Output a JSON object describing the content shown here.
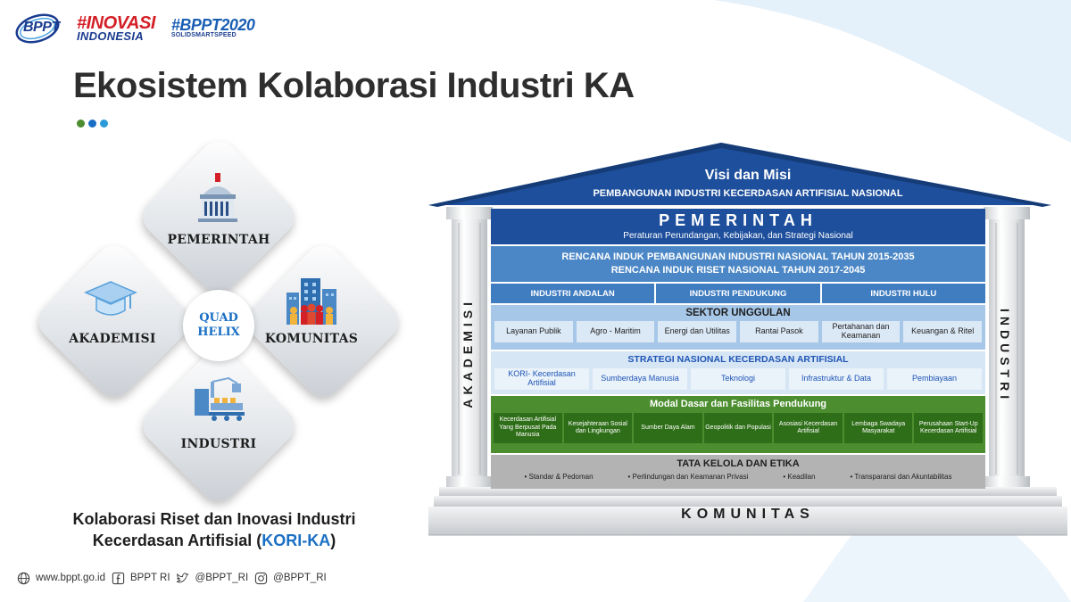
{
  "colors": {
    "accent": "#1a6fc4",
    "dark_blue": "#1e4f9c",
    "green": "#4c8e2f"
  },
  "logos": {
    "bppt": "BPPT",
    "inovasi_line1": "#INOVASI",
    "inovasi_line2": "INDONESIA",
    "bppt2020_line1": "#BPPT2020",
    "bppt2020_line2": "SOLIDSMARTSPEED"
  },
  "title": "Ekosistem Kolaborasi Industri KA",
  "quad_helix": {
    "center_line1": "QUAD",
    "center_line2": "HELIX",
    "top": "PEMERINTAH",
    "left": "AKADEMISI",
    "right": "KOMUNITAS",
    "bottom": "INDUSTRI",
    "icons": [
      "government-building-icon",
      "graduation-cap-icon",
      "city-people-icon",
      "factory-icon"
    ]
  },
  "caption": {
    "line1": "Kolaborasi Riset dan Inovasi Industri",
    "line2_prefix": "Kecerdasan Artifisial (",
    "line2_highlight": "KORI-KA",
    "line2_suffix": ")"
  },
  "footer": {
    "website": "www.bppt.go.id",
    "facebook": "BPPT RI",
    "twitter": "@BPPT_RI",
    "instagram": "@BPPT_RI"
  },
  "house": {
    "roof_title": "Visi dan Misi",
    "roof_subtitle": "PEMBANGUNAN INDUSTRI KECERDASAN ARTIFISIAL NASIONAL",
    "left_pillar": "AKADEMISI",
    "right_pillar": "INDUSTRI",
    "pemerintah_title": "PEMERINTAH",
    "pemerintah_sub": "Peraturan Perundangan, Kebijakan, dan Strategi Nasional",
    "rencana_line1": "RENCANA INDUK PEMBANGUNAN INDUSTRI NASIONAL TAHUN 2015-2035",
    "rencana_line2": "RENCANA INDUK RISET NASIONAL TAHUN 2017-2045",
    "industri": [
      "INDUSTRI ANDALAN",
      "INDUSTRI PENDUKUNG",
      "INDUSTRI HULU"
    ],
    "sektor_title": "SEKTOR UNGGULAN",
    "sektor": [
      "Layanan Publik",
      "Agro - Maritim",
      "Energi dan Utilitas",
      "Rantai Pasok",
      "Pertahanan dan Keamanan",
      "Keuangan & Ritel"
    ],
    "strategi_title": "STRATEGI NASIONAL KECERDASAN ARTIFISIAL",
    "strategi": [
      "KORI- Kecerdasan Artifisial",
      "Sumberdaya Manusia",
      "Teknologi",
      "Infrastruktur & Data",
      "Pembiayaan"
    ],
    "modal_title": "Modal Dasar dan Fasilitas Pendukung",
    "modal": [
      "Kecerdasan Artifisial Yang Berpusat Pada Manusia",
      "Kesejahteraan Sosial dan Lingkungan",
      "Sumber Daya Alam",
      "Geopolitik dan Populasi",
      "Asosiasi Kecerdasan Artifisial",
      "Lembaga Swadaya Masyarakat",
      "Perusahaan Start-Up Kecerdasan Artifisial"
    ],
    "tata_title": "TATA KELOLA DAN ETIKA",
    "tata": [
      "Standar & Pedoman",
      "Perlindungan  dan Keamanan Privasi",
      "Keadilan",
      "Transparansi dan Akuntabilitas"
    ],
    "base": "KOMUNITAS"
  }
}
